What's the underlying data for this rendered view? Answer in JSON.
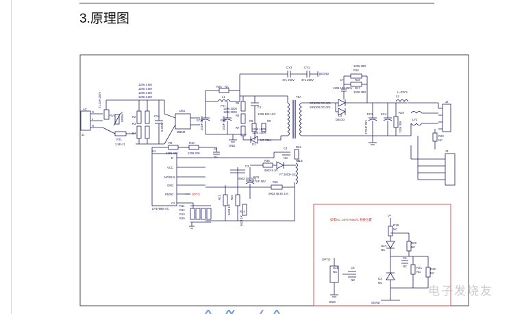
{
  "heading": "3.原理图",
  "labels": {
    "ac_in_l": "L",
    "ac_in_n": "N",
    "ac_in_g": "G",
    "ac_label": "AC",
    "j1": "J1",
    "fuse": "T1.15A 250V",
    "rv1": "RV1",
    "rv_value": "5R65V7",
    "rt1": "RT1",
    "rt_value": "2.5D-11",
    "r_stack_1": "1206 3.6M",
    "r_stack_2": "1206 3.6M",
    "r_stack_3": "1206 3.6M",
    "r_stack_4": "1206 3.6M",
    "r2": "R2",
    "r3": "R3",
    "r4": "R4",
    "cx1": "CX1",
    "cx_value": "0.22UF",
    "db1": "DB1",
    "db_value": "MB6M",
    "ec1": "EC1",
    "ec1_value": "10UF 450V",
    "l1": "L1",
    "l1_value": "F*H",
    "r26": "R26",
    "r26_value": "NC",
    "ec2": "EC2",
    "ec2_value": "10UF 450V",
    "r5": "R5",
    "r6": "R6",
    "r7": "R7",
    "r5_value": "1206 300K",
    "r6_value": "1206 300K",
    "c1": "C1",
    "c1_value": "1206 102 1KV",
    "r8": "R8",
    "r9": "R9",
    "r8_value": "1206 100R",
    "r9_value": "1206 100R",
    "d1": "D1",
    "d1_value": "M7 SMA",
    "gnd": "GND",
    "cy2": "CY2",
    "cy1": "CY1",
    "cy_value_1": "471 250V",
    "cy_value_2": "471 250V",
    "sgnd": "SGND",
    "r16": "R16",
    "r16_value": "1206 39R",
    "r18": "R18",
    "r17": "R17",
    "r17_value": "1206 39R",
    "c7": "C7",
    "c7_value": "1206 102 250V",
    "t1a": "T1A",
    "d2_value_1": "SR5200 DO-201",
    "d2_value_2": "SR5200 DO-201",
    "d3": "D3",
    "d4": "D4",
    "d34_value": "DB DO",
    "ec3": "EC3",
    "ec4": "EC4",
    "ec_value": "470UF 25V",
    "r19": "R19",
    "r19_value": "1206 30K",
    "l2": "L2",
    "l2_value": "L=0*5*1",
    "lf1": "LF1",
    "j2": "J2",
    "j3": "J3",
    "r23": "R23",
    "r23_value": "NC",
    "u1": "U1",
    "u1_value": "LP3798M AC",
    "pin_d": "D",
    "pin_vcc": "VCC",
    "pin_nc": "NC/BUS",
    "pin_gnd": "GND",
    "pin_fb": "FB/NC",
    "pin_cs": "CS",
    "r_lower_1": "R11",
    "r_lower_2": "R12",
    "r_lower_3": "R13",
    "r_lower_4": "R25",
    "r10": "R10",
    "r10_value": "1206 22K",
    "r9b": "R9",
    "r9b_value": "1206 22K",
    "c2": "C2",
    "c2_value": "NC",
    "opto": "OPTO",
    "r14": "R14",
    "c3": "C3",
    "c3_value": "0603 104 50V",
    "c4": "C4",
    "c4_value": "NC",
    "r24": "R24",
    "r24_value": "NC",
    "r36": "R36",
    "r36_value": "0603 5.1R",
    "ec5": "EC5",
    "ec5_value": "4.7UF 50V",
    "r15": "R15",
    "r15_value": "0603 46.4K 1%",
    "t1b": "T1B",
    "t1b_value": "F7 3003+1/2",
    "r21": "R21",
    "r20": "R20",
    "cs_res_1": "0603 1R",
    "cs_res_2": "0603 1R",
    "opt_title": "如需NC 14P3798M/C 替换位置",
    "opt_v": "V+",
    "opt_r19": "R19",
    "opt_r19_v": "NC",
    "opt_u2a": "U2A",
    "opt_u2a_v": "NC",
    "opt_r20": "R20",
    "opt_r20_v": "NC",
    "opt_c6": "C6",
    "opt_c6_v": "NC",
    "opt_r21": "R21",
    "opt_r21_v": "NC",
    "opt_r22": "R22",
    "opt_r22_v": "NC",
    "opt_u3": "U3",
    "opt_u3_v": "NC",
    "opt_sgnd": "SGND",
    "opto_block": "OPTO",
    "u2b": "U2B",
    "u2b_v": "NC",
    "c5": "C5",
    "c5_v": "NC",
    "gnd2": "GND"
  },
  "watermark_text": "电子发烧友"
}
